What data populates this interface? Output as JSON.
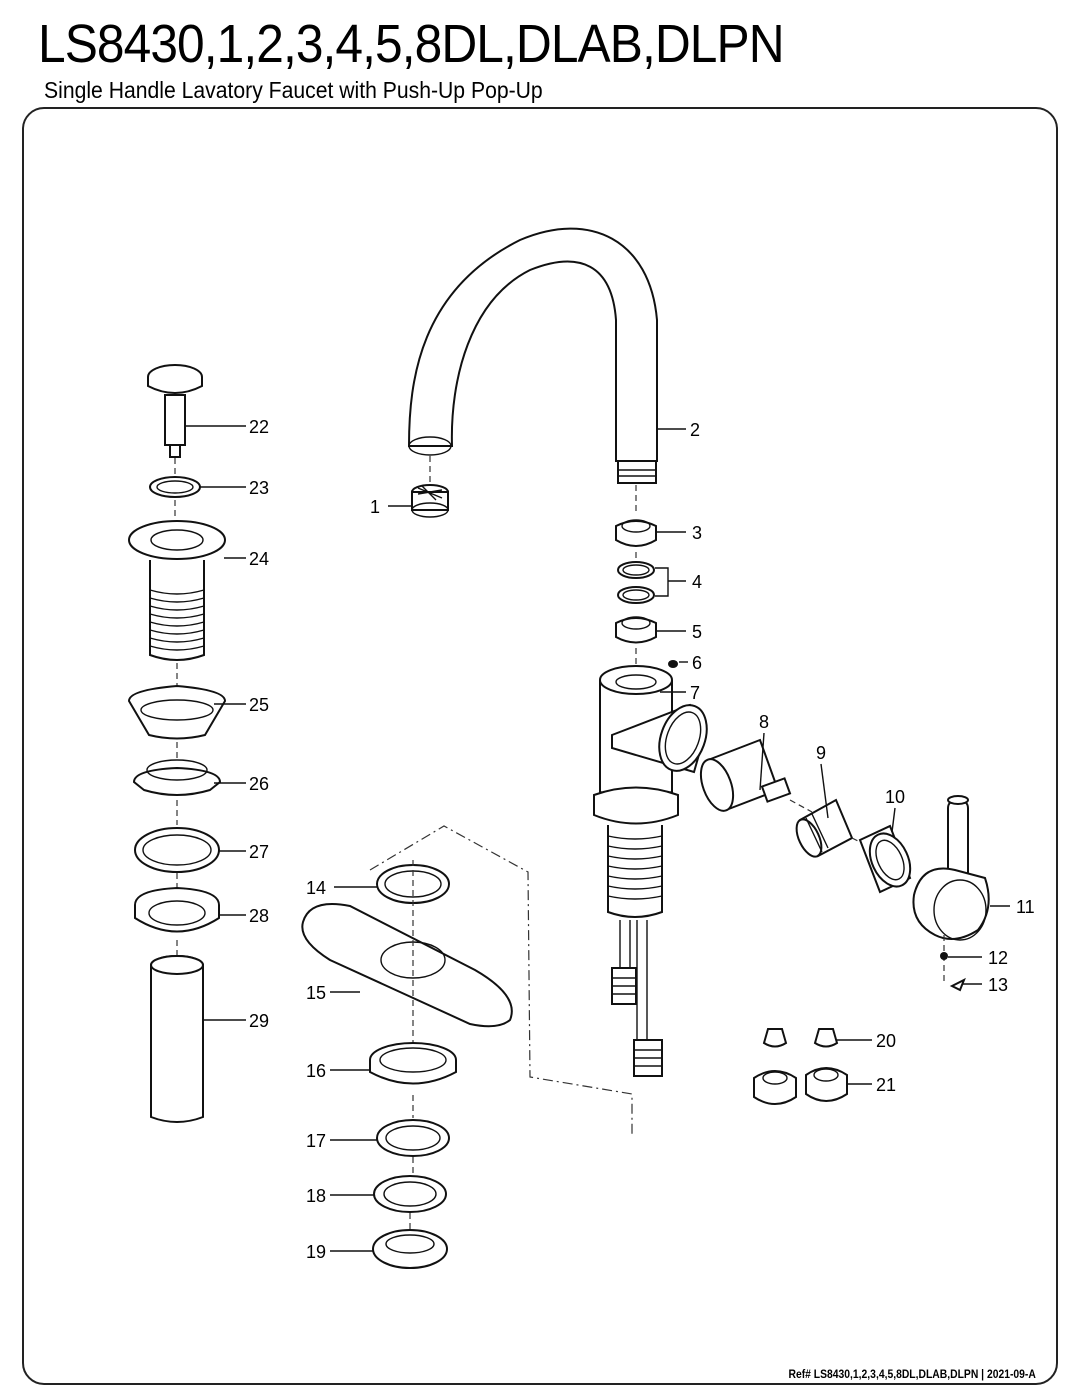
{
  "header": {
    "model": "LS8430,1,2,3,4,5,8DL,DLAB,DLPN",
    "description": "Single Handle Lavatory Faucet with Push-Up Pop-Up"
  },
  "callouts": [
    "1",
    "2",
    "3",
    "4",
    "5",
    "6",
    "7",
    "8",
    "9",
    "10",
    "11",
    "12",
    "13",
    "14",
    "15",
    "16",
    "17",
    "18",
    "19",
    "20",
    "21",
    "22",
    "23",
    "24",
    "25",
    "26",
    "27",
    "28",
    "29"
  ],
  "footer": {
    "ref": "Ref# LS8430,1,2,3,4,5,8DL,DLAB,DLPN | 2021-09-A"
  }
}
